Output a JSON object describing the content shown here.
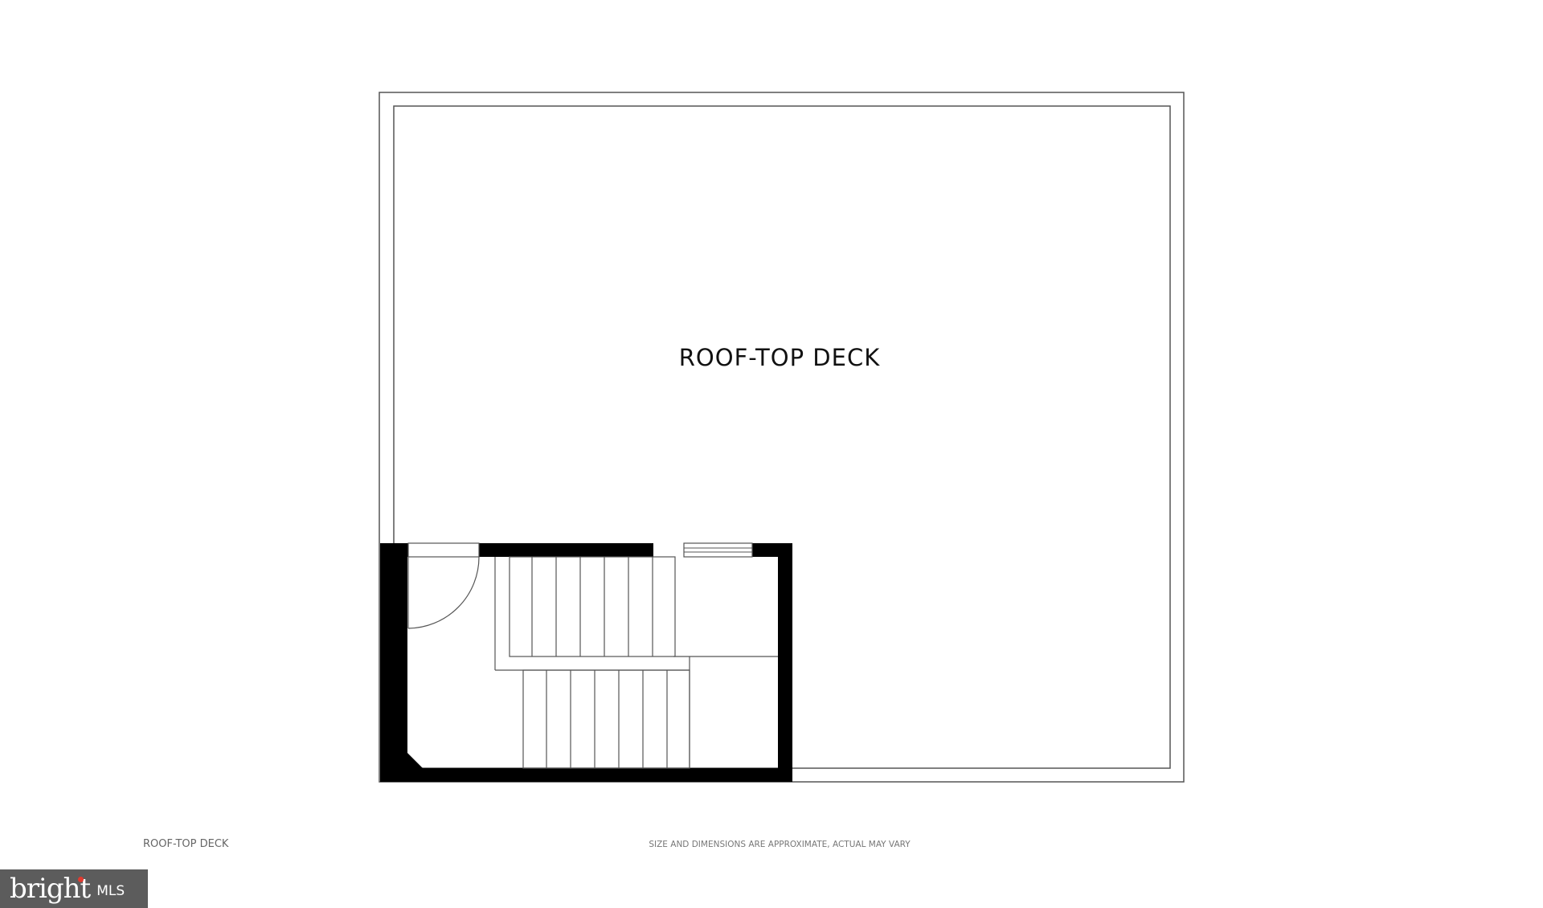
{
  "plan": {
    "room_label": "ROOF-TOP DECK",
    "caption_left": "ROOF-TOP DECK",
    "disclaimer": "SIZE AND DIMENSIONS ARE APPROXIMATE, ACTUAL MAY VARY"
  },
  "branding": {
    "word": "bright",
    "suffix": "MLS",
    "accent_color": "#e03a2f",
    "badge_color": "#5c5c5c"
  },
  "colors": {
    "wall": "#000000",
    "line": "#555555",
    "background": "#ffffff"
  }
}
